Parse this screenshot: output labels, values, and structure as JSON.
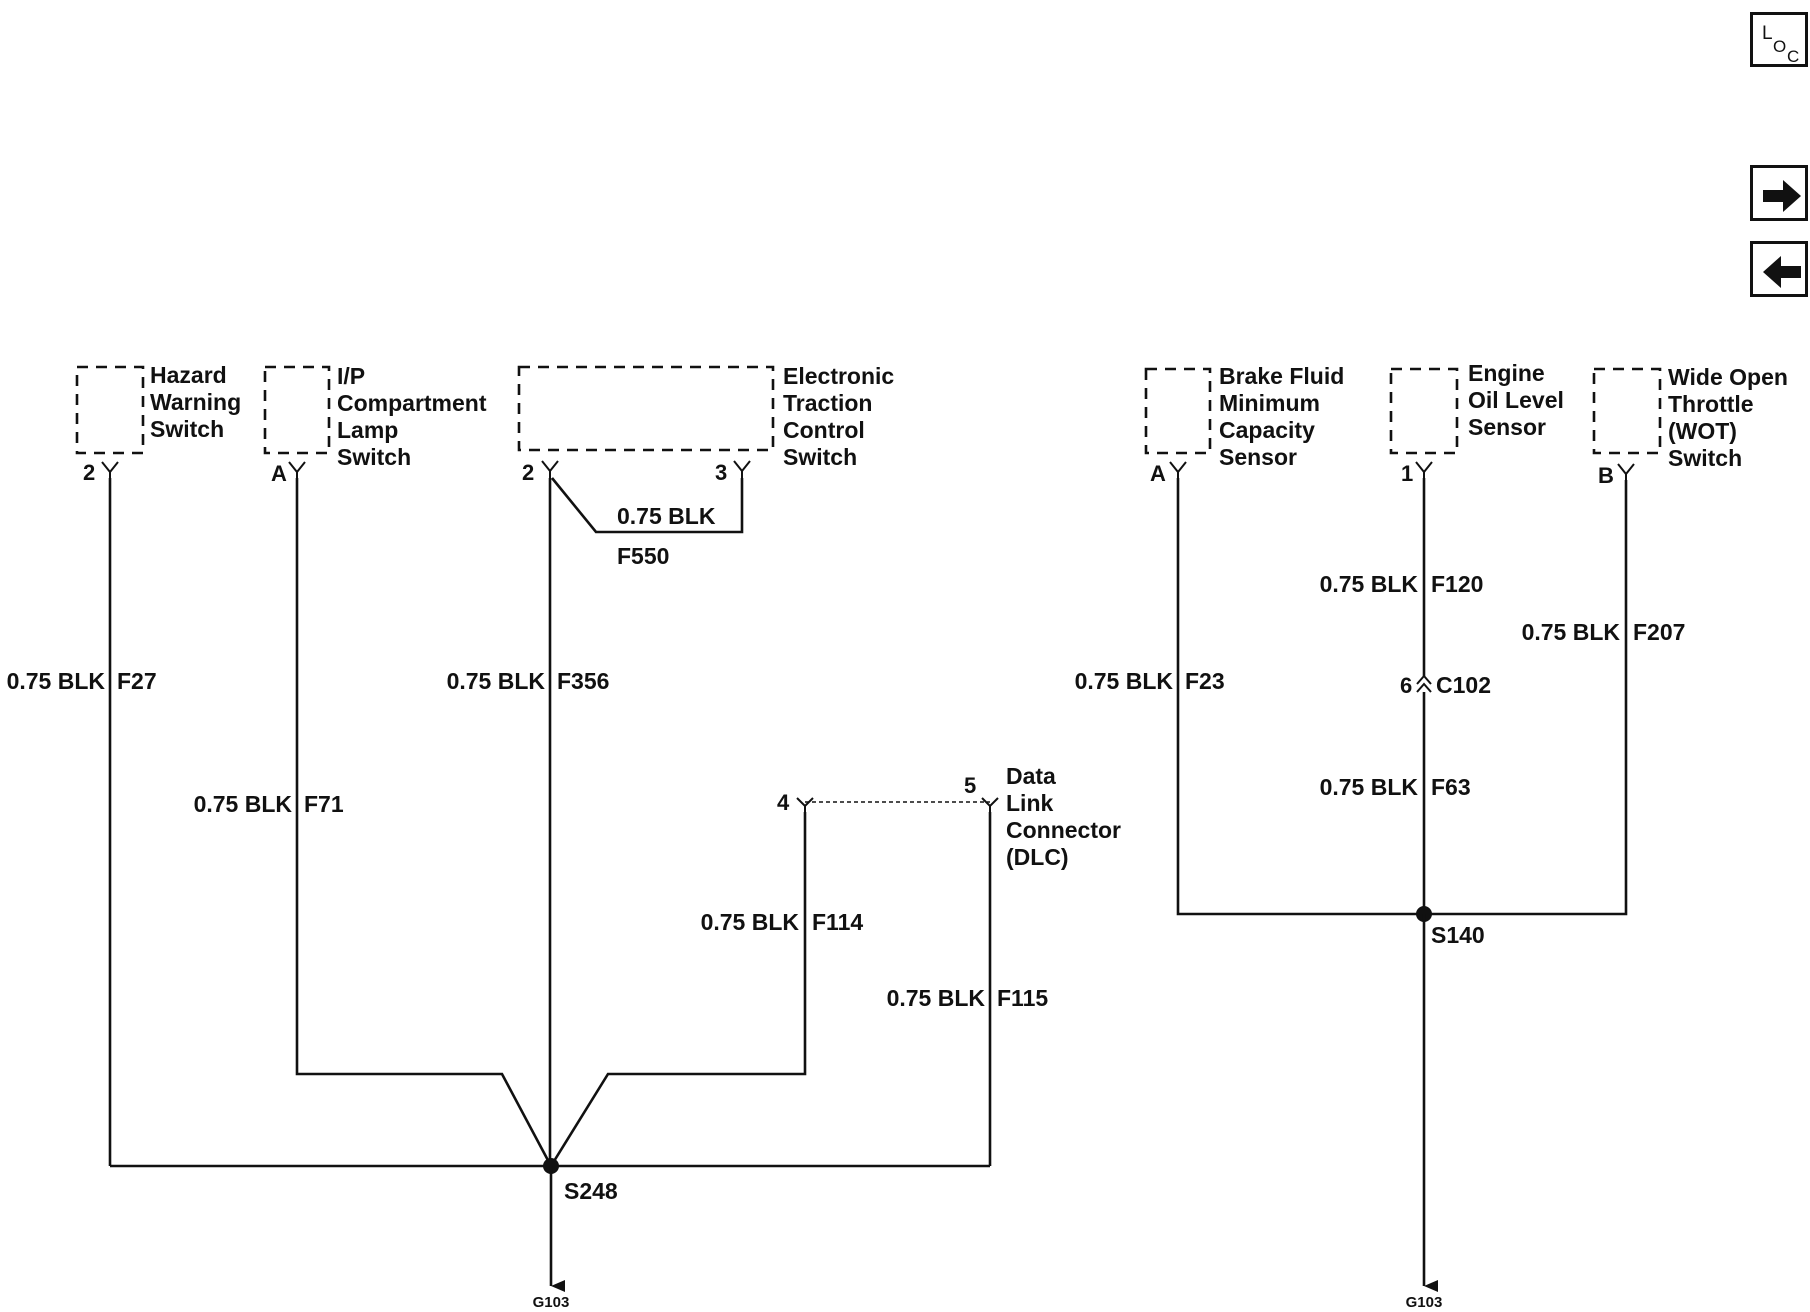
{
  "nav": {
    "loc": {
      "l": "L",
      "o": "O",
      "c": "C"
    },
    "forward_icon": "arrow-right-icon",
    "back_icon": "arrow-left-icon"
  },
  "components": {
    "hazard": [
      "Hazard",
      "Warning",
      "Switch"
    ],
    "ip_lamp": [
      "I/P",
      "Compartment",
      "Lamp",
      "Switch"
    ],
    "etc": [
      "Electronic",
      "Traction",
      "Control",
      "Switch"
    ],
    "dlc": [
      "Data",
      "Link",
      "Connector",
      "(DLC)"
    ],
    "brake": [
      "Brake Fluid",
      "Minimum",
      "Capacity",
      "Sensor"
    ],
    "oil": [
      "Engine",
      "Oil Level",
      "Sensor"
    ],
    "wot": [
      "Wide Open",
      "Throttle",
      "(WOT)",
      "Switch"
    ]
  },
  "pins": {
    "hazard": "2",
    "ip_lamp": "A",
    "etc_a": "2",
    "etc_b": "3",
    "dlc_a": "4",
    "dlc_b": "5",
    "brake": "A",
    "oil": "1",
    "wot": "B",
    "c102_pin": "6"
  },
  "wires": {
    "f27": {
      "size": "0.75 BLK",
      "circuit": "F27"
    },
    "f71": {
      "size": "0.75 BLK",
      "circuit": "F71"
    },
    "f356": {
      "size": "0.75 BLK",
      "circuit": "F356"
    },
    "f550": {
      "size": "0.75 BLK",
      "circuit": "F550"
    },
    "f114": {
      "size": "0.75 BLK",
      "circuit": "F114"
    },
    "f115": {
      "size": "0.75 BLK",
      "circuit": "F115"
    },
    "f23": {
      "size": "0.75 BLK",
      "circuit": "F23"
    },
    "f120": {
      "size": "0.75 BLK",
      "circuit": "F120"
    },
    "f63": {
      "size": "0.75 BLK",
      "circuit": "F63"
    },
    "f207": {
      "size": "0.75 BLK",
      "circuit": "F207"
    }
  },
  "connectors": {
    "c102": "C102"
  },
  "splices": {
    "s248": "S248",
    "s140": "S140"
  },
  "grounds": {
    "left": "G103",
    "right": "G103"
  }
}
